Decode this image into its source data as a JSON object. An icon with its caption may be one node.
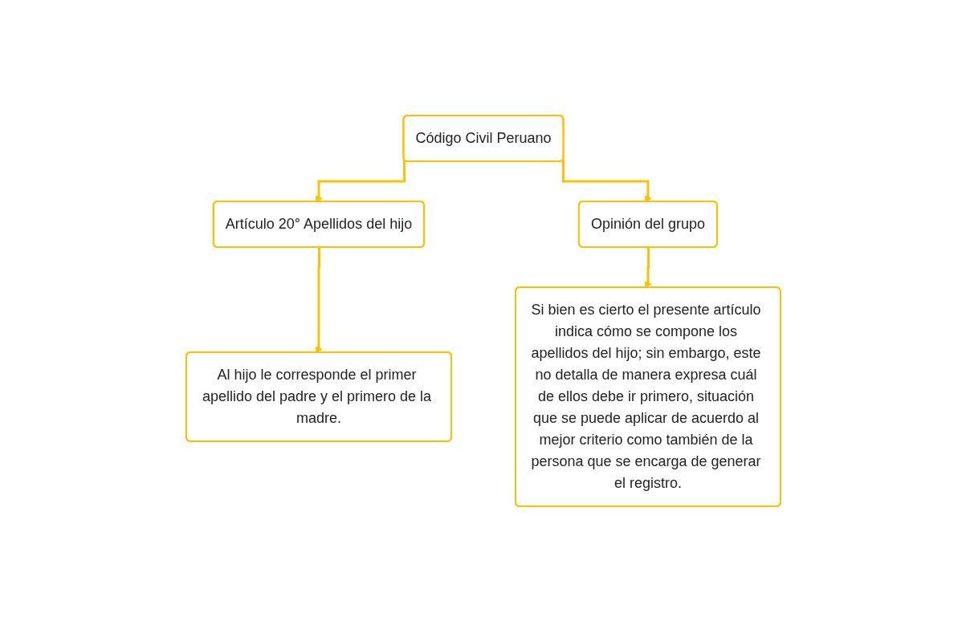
{
  "diagram": {
    "nodes": [
      {
        "text": [
          "Código Civil Peruano"
        ]
      },
      {
        "text": [
          "Artículo 20° Apellidos del hijo"
        ]
      },
      {
        "text": [
          "Opinión del grupo"
        ]
      },
      {
        "text": [
          "Al hijo le corresponde el primer apellido del padre y el primero de la madre."
        ]
      },
      {
        "text": [
          "Si bien es cierto el presente artículo indica cómo se compone los apellidos del hijo; sin embargo, este no detalla de manera expresa cuál de ellos debe ir primero, situación que se puede aplicar de acuerdo al mejor criterio como también de la persona que se encarga de generar el registro."
        ]
      }
    ],
    "edges": [
      {
        "from": 0,
        "to": 1,
        "arrow": "to"
      },
      {
        "from": 0,
        "to": 2,
        "arrow": "to"
      },
      {
        "from": 1,
        "to": 3,
        "arrow": "to"
      },
      {
        "from": 2,
        "to": 4,
        "arrow": "to"
      }
    ]
  }
}
